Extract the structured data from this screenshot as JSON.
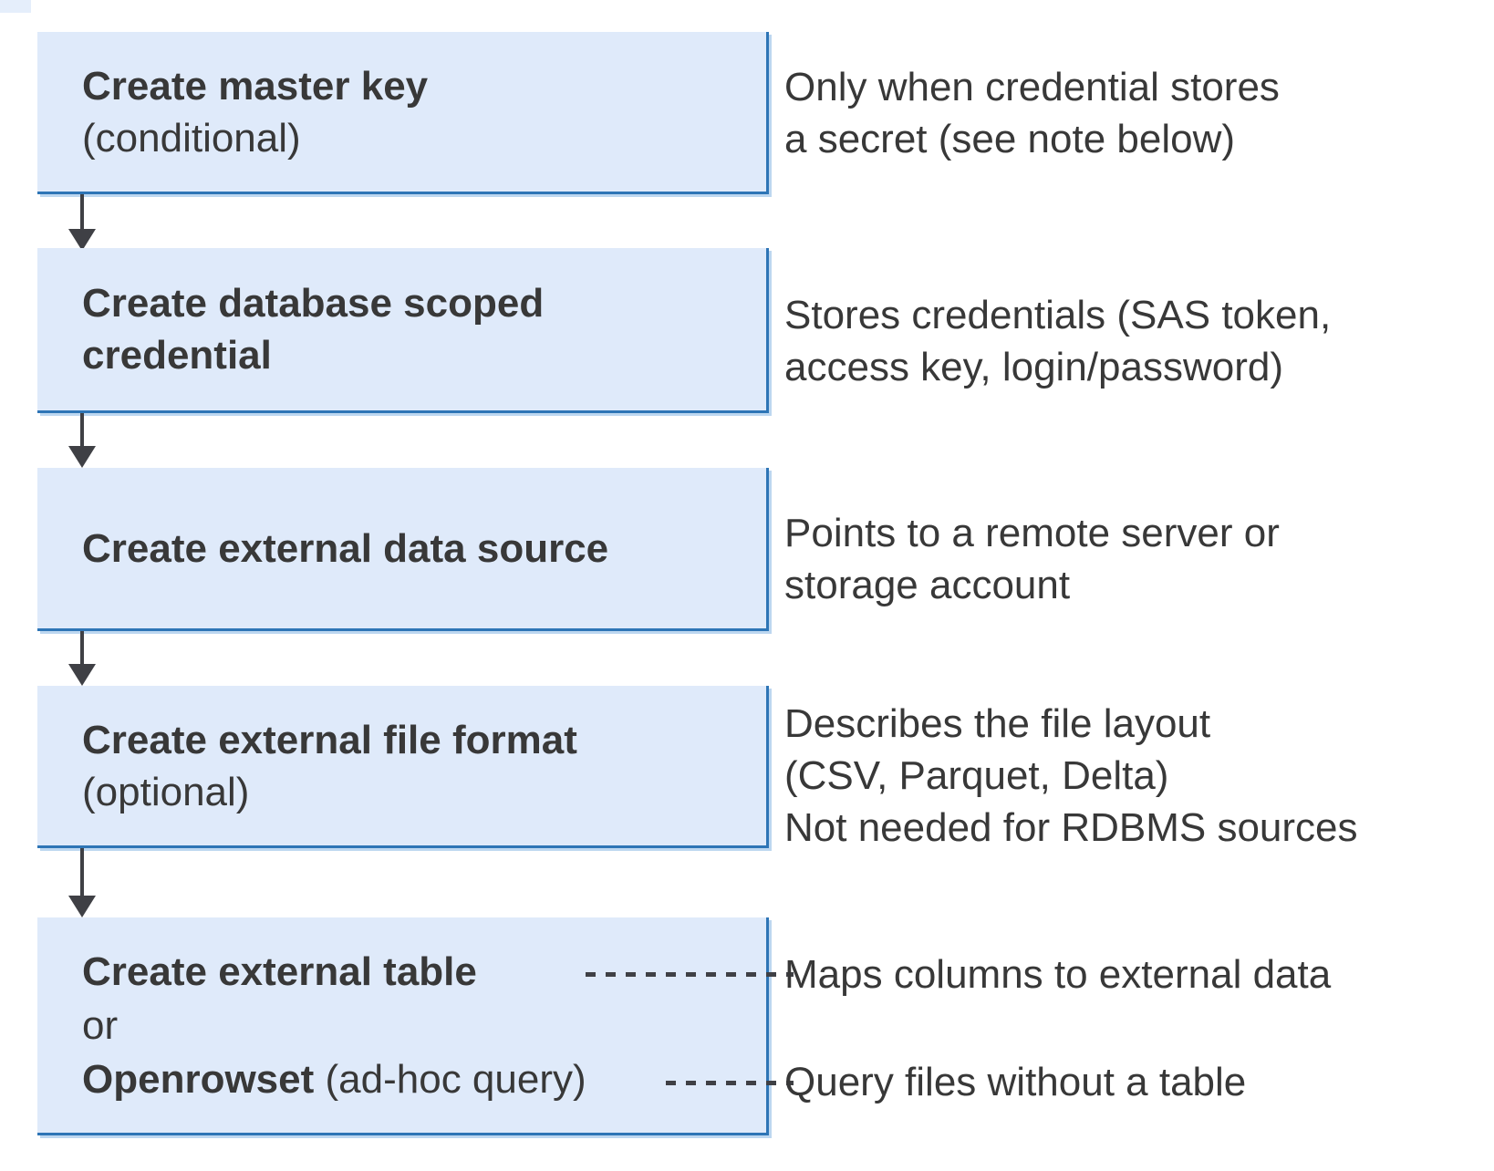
{
  "colors": {
    "box-fill": "#dfeafa",
    "box-border": "#2e75b6",
    "box-glow": "#bdd7f0",
    "arrow": "#3f4045",
    "text": "#383838"
  },
  "steps": [
    {
      "title": "Create master key",
      "subtitle": "(conditional)"
    },
    {
      "title": "Create database scoped credential"
    },
    {
      "title": "Create external data source"
    },
    {
      "title": "Create external file format",
      "subtitle": "(optional)"
    },
    {
      "line1": "Create external table",
      "line2": "or",
      "line3_bold": "Openrowset",
      "line3_rest": " (ad-hoc query)"
    }
  ],
  "notes": [
    {
      "line1": "Only when credential stores",
      "line2": "a secret (see note below)"
    },
    {
      "line1": "Stores credentials (SAS token,",
      "line2": "access key, login/password)"
    },
    {
      "line1": "Points to a remote server or",
      "line2": "storage account"
    },
    {
      "line1": "Describes the file layout",
      "line2": "(CSV, Parquet, Delta)",
      "line3": "Not needed for RDBMS sources"
    },
    {
      "text": "Maps columns to external data"
    },
    {
      "text": "Query files without a table"
    }
  ]
}
